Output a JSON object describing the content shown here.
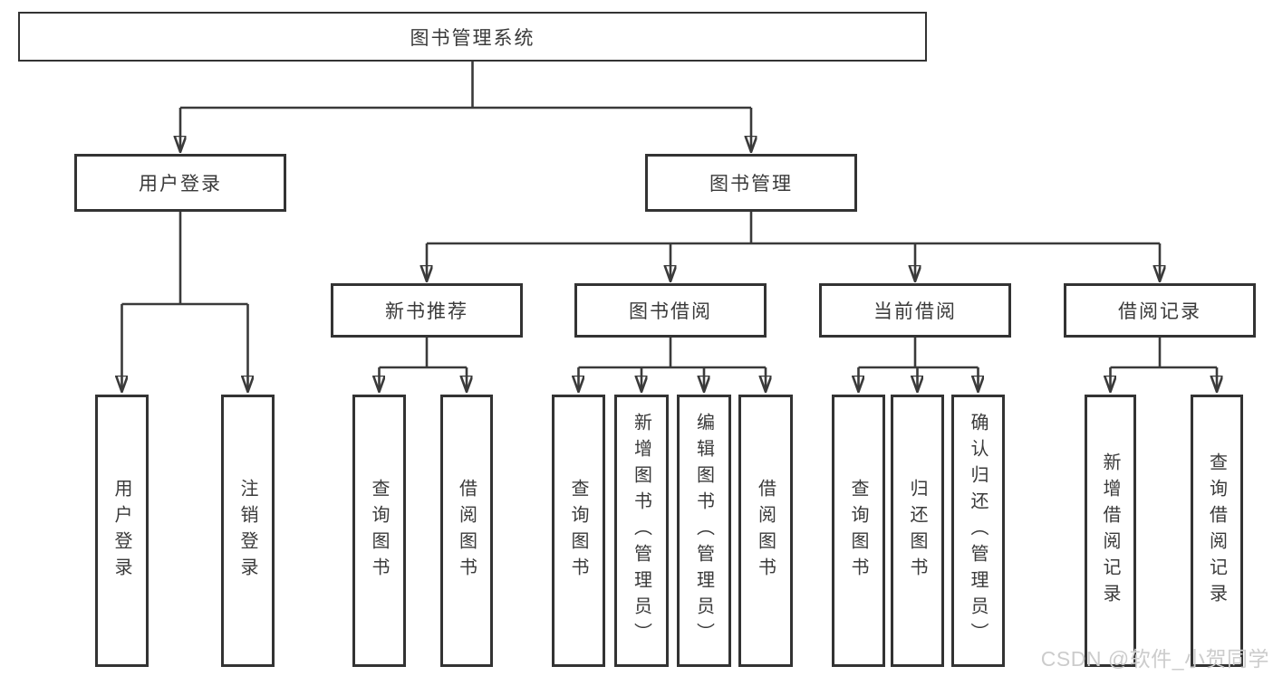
{
  "nodes": {
    "root": {
      "label": "图书管理系统"
    },
    "user_login": {
      "label": "用户登录"
    },
    "book_management": {
      "label": "图书管理"
    },
    "new_book_recommend": {
      "label": "新书推荐"
    },
    "book_borrow": {
      "label": "图书借阅"
    },
    "current_borrow": {
      "label": "当前借阅"
    },
    "borrow_records": {
      "label": "借阅记录"
    },
    "leaf_user_login": {
      "label": "用户登录"
    },
    "leaf_logout": {
      "label": "注销登录"
    },
    "leaf_query_books_1": {
      "label": "查询图书"
    },
    "leaf_borrow_books_1": {
      "label": "借阅图书"
    },
    "leaf_query_books_2": {
      "label": "查询图书"
    },
    "leaf_add_books": {
      "label": "新增图书（管理员）"
    },
    "leaf_edit_books": {
      "label": "编辑图书（管理员）"
    },
    "leaf_borrow_books_2": {
      "label": "借阅图书"
    },
    "leaf_query_books_3": {
      "label": "查询图书"
    },
    "leaf_return_books": {
      "label": "归还图书"
    },
    "leaf_confirm_return": {
      "label": "确认归还（管理员）"
    },
    "leaf_add_borrow_record": {
      "label": "新增借阅记录"
    },
    "leaf_query_borrow_record": {
      "label": "查询借阅记录"
    }
  },
  "hierarchy": {
    "图书管理系统": {
      "用户登录": [
        "用户登录",
        "注销登录"
      ],
      "图书管理": {
        "新书推荐": [
          "查询图书",
          "借阅图书"
        ],
        "图书借阅": [
          "查询图书",
          "新增图书（管理员）",
          "编辑图书（管理员）",
          "借阅图书"
        ],
        "当前借阅": [
          "查询图书",
          "归还图书",
          "确认归还（管理员）"
        ],
        "借阅记录": [
          "新增借阅记录",
          "查询借阅记录"
        ]
      }
    }
  },
  "watermark": {
    "text": "CSDN @软件_小贺同学"
  },
  "colors": {
    "line": "#3a3a3a",
    "border": "#333333",
    "text": "#3a3a3a",
    "watermark": "#cccccc",
    "background": "#ffffff"
  }
}
